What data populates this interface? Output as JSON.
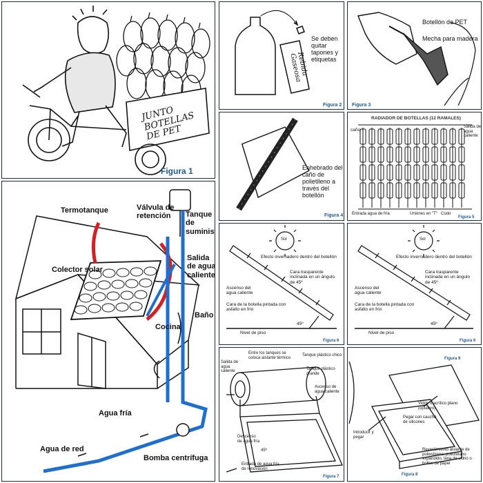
{
  "fig1": {
    "label": "Figura 1",
    "cart_text": "JUNTO BOTELLAS DE PET"
  },
  "fig2": {
    "label": "Figura 2",
    "note": "Se deben quitar tapones y etiquetas",
    "tag": "Rebida Gaseosa"
  },
  "fig3": {
    "label": "Figura 3",
    "bottle": "Botellón de PET",
    "drill": "Mecha para madera"
  },
  "fig4": {
    "label": "Figura 4",
    "note": "Enhebrado del caño de polietileno a través del botellón"
  },
  "fig5": {
    "label": "Figura 5",
    "title": "RADIADOR DE BOTELLAS (12 RAMALES)",
    "pipe": "caño",
    "hot_out": "Salida de agua caliente",
    "cold_in": "Entrada agua de fría",
    "unions": "Uniones en \"T\"",
    "elbow": "Codo"
  },
  "fig6a": {
    "label": "Figura 6",
    "sun": "Sol",
    "greenhouse": "Efecto invernadero dentro del botellón",
    "clear_face": "Cara trasparente inclinada en un ángulo de 45º",
    "rise": "Ascenso del agua caliente",
    "painted_face": "Cara de la botella pintada con asfalto en frío",
    "angle": "45º",
    "floor": "Nivel de piso"
  },
  "fig6b": {
    "label": "Figura 6",
    "sun": "Sol",
    "greenhouse": "Efecto invernadero dentro del botellón",
    "clear_face": "Cara trasparente inclinada en un ángulo de 45º",
    "rise": "Ascenso del agua caliente",
    "painted_face": "Cara de la botella pintada con asfalto en frío",
    "angle": "45º",
    "floor": "Nivel de piso"
  },
  "house": {
    "thermo": "Termotanque",
    "valve": "Válvula de retención",
    "supply_tank": "Tanque de suministro",
    "hot_out": "Salida de agua caliente",
    "collector": "Colector solar",
    "bath": "Baño",
    "kitchen": "Cocina",
    "cold": "Agua fría",
    "mains": "Agua de red",
    "pump": "Bomba centrífuga"
  },
  "fig7": {
    "label": "Figura 7",
    "insulation": "Entre los tanques se coloca aislante térmico",
    "small_tank": "Tanque plástico chico",
    "big_tank": "Tanque plástico grande",
    "hot_out": "Salida de agua caliente",
    "hot_rise": "Ascenso de agua caliente",
    "cold_desc": "Descenso de agua fría",
    "cold_in": "Entrada de agua fría de renovación",
    "angle": "45º"
  },
  "fig8": {
    "label": "Figura 8",
    "glass": "Vidrio o acrílico plano (optativo)",
    "silicone": "Pegar con cauchó de silicones",
    "insert": "Introducir y pegar",
    "insulation": "Revestimiento aislante de poliestireno, poliuretano expandido, lana de vidrio o bollos de papel"
  },
  "fig9": {
    "label": "Figura 9"
  },
  "colors": {
    "frame": "#1a2a40",
    "fig_label": "#1f5a8c",
    "hot_pipe": "#d42020",
    "cold_pipe": "#1e6fd0"
  }
}
